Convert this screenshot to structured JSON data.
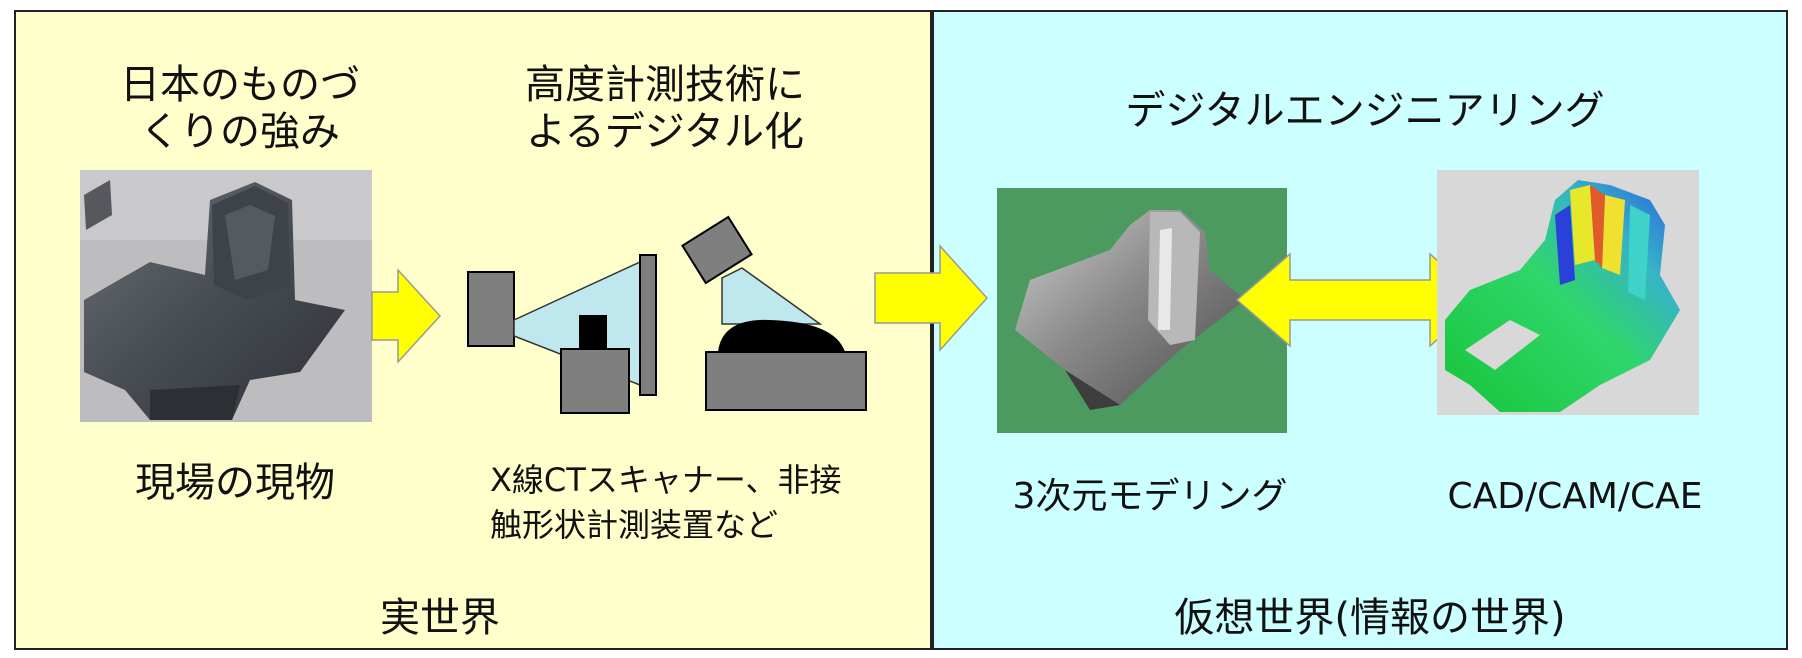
{
  "real_world": {
    "heading_strength": "日本のものづ\nくりの強み",
    "heading_measure": "高度計測技術に\nよるデジタル化",
    "caption_object": "現場の現物",
    "caption_devices": "X線CTスキャナー、非接\n触形状計測装置など",
    "label": "実世界"
  },
  "virtual_world": {
    "heading": "デジタルエンジニアリング",
    "caption_modeling": "3次元モデリング",
    "caption_cad": "CAD/CAM/CAE",
    "label": "仮想世界(情報の世界)"
  },
  "colors": {
    "real_bg": "#ffffcc",
    "virtual_bg": "#ccffff",
    "arrow_fill": "#ffff00",
    "device_gray": "#7f7f7f",
    "beam_blue": "#bfe7ee",
    "model_bg": "#4c9a5f"
  }
}
